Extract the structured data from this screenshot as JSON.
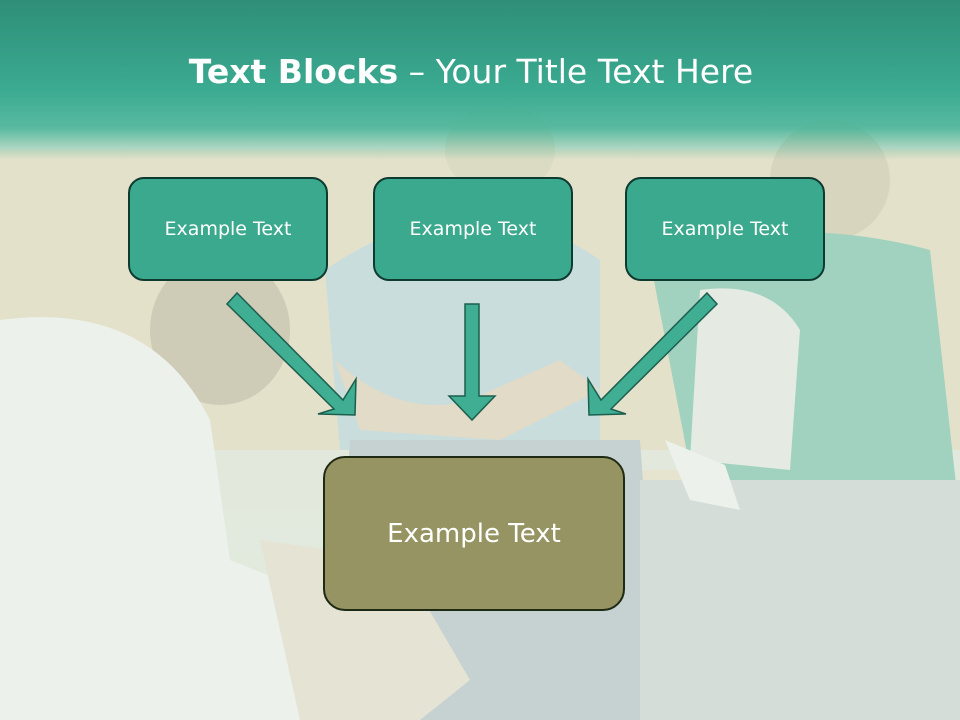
{
  "title": {
    "bold": "Text Blocks",
    "dash": " – ",
    "rest": "Your Title Text Here"
  },
  "blocks": {
    "left": "Example Text",
    "middle": "Example Text",
    "right": "Example Text",
    "bottom": "Example Text"
  },
  "colors": {
    "title_bar": "#3aaa90",
    "block_fill": "#3aa98d",
    "block_border": "#0f3a30",
    "bottom_block_fill": "#959462",
    "arrow_fill": "#3fae92",
    "arrow_stroke": "#1d5e4e"
  }
}
